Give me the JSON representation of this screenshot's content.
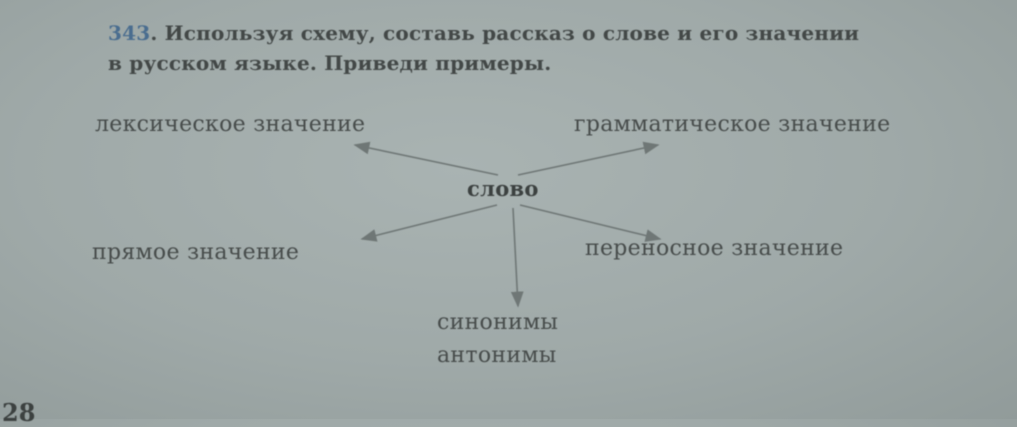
{
  "exercise": {
    "number": "343",
    "text_line1": ". Используя схему, составь рассказ о слове и его значении",
    "text_line2": "в русском языке. Приведи примеры."
  },
  "diagram": {
    "center": "слово",
    "nodes": {
      "lexical": "лексическое значение",
      "grammatical": "грамматическое значение",
      "direct": "прямое значение",
      "figurative": "переносное значение",
      "synonyms": "синонимы",
      "antonyms": "антонимы"
    },
    "arrow_color": "#6f7776"
  },
  "page_number": "28"
}
